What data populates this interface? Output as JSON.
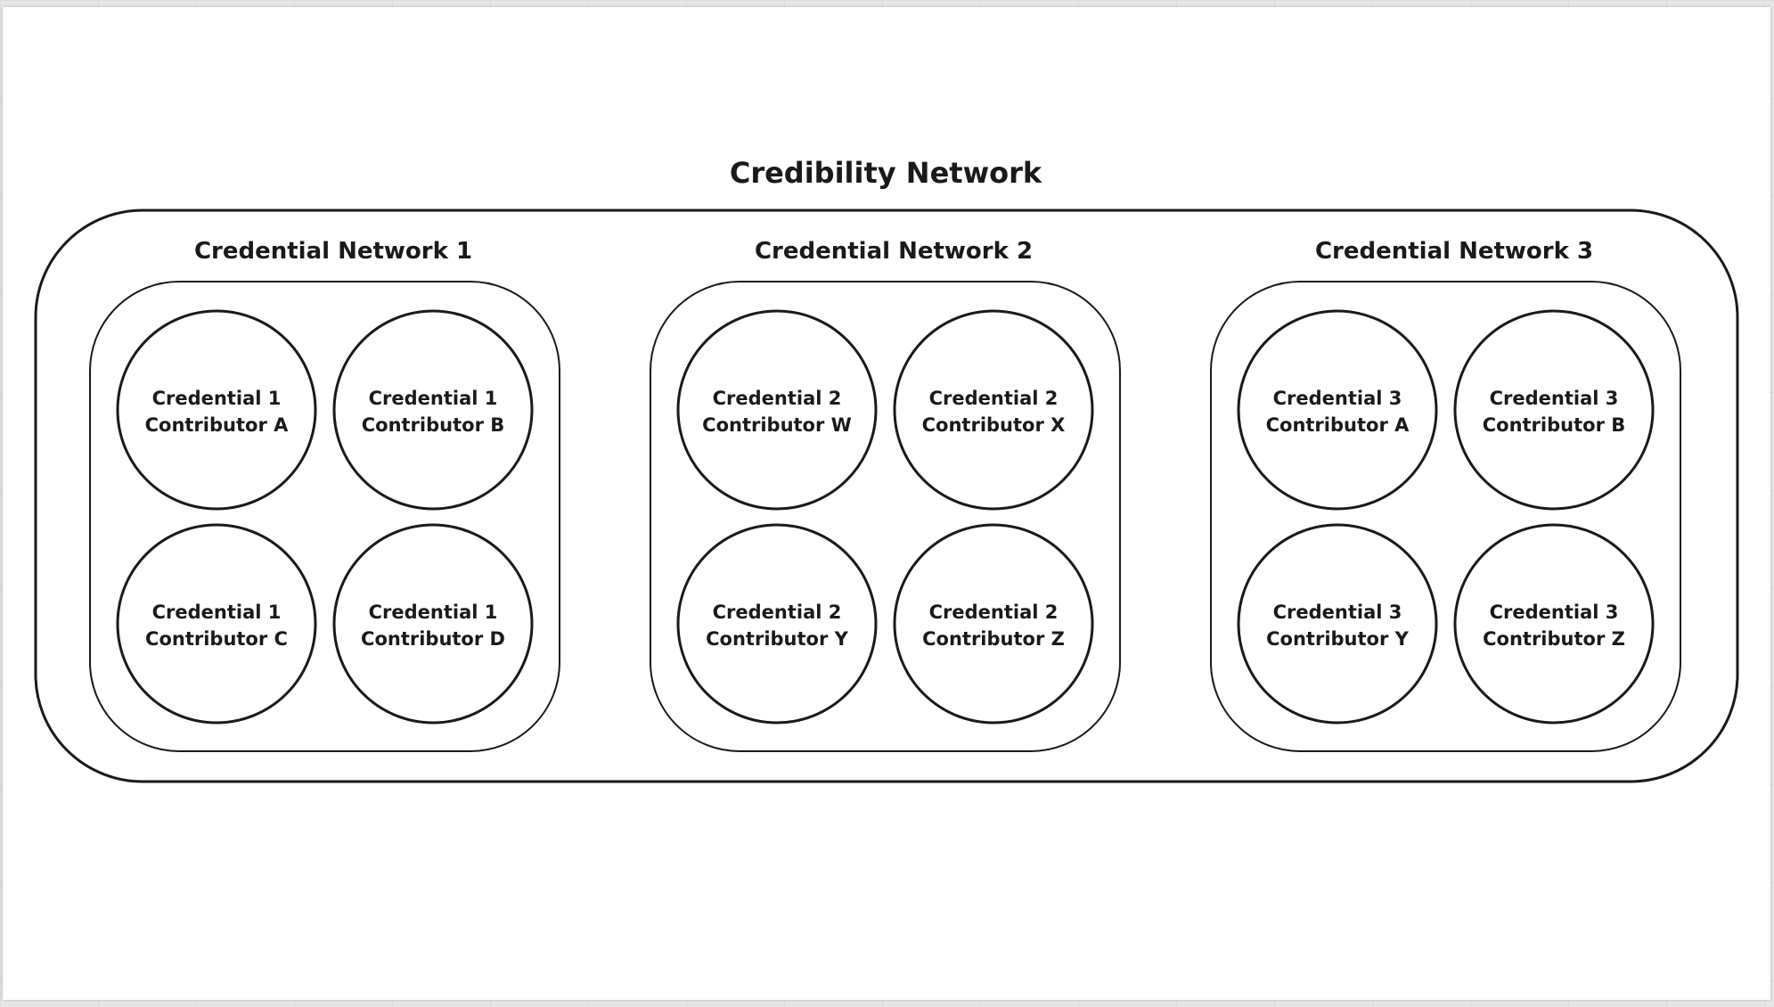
{
  "diagram": {
    "title": "Credibility Network",
    "networks": [
      {
        "label": "Credential Network 1",
        "nodes": [
          {
            "line1": "Credential 1",
            "line2": "Contributor A"
          },
          {
            "line1": "Credential 1",
            "line2": "Contributor B"
          },
          {
            "line1": "Credential 1",
            "line2": "Contributor C"
          },
          {
            "line1": "Credential 1",
            "line2": "Contributor D"
          }
        ]
      },
      {
        "label": "Credential Network 2",
        "nodes": [
          {
            "line1": "Credential 2",
            "line2": "Contributor W"
          },
          {
            "line1": "Credential 2",
            "line2": "Contributor X"
          },
          {
            "line1": "Credential 2",
            "line2": "Contributor Y"
          },
          {
            "line1": "Credential 2",
            "line2": "Contributor Z"
          }
        ]
      },
      {
        "label": "Credential Network 3",
        "nodes": [
          {
            "line1": "Credential 3",
            "line2": "Contributor A"
          },
          {
            "line1": "Credential 3",
            "line2": "Contributor B"
          },
          {
            "line1": "Credential 3",
            "line2": "Contributor Y"
          },
          {
            "line1": "Credential 3",
            "line2": "Contributor Z"
          }
        ]
      }
    ]
  }
}
